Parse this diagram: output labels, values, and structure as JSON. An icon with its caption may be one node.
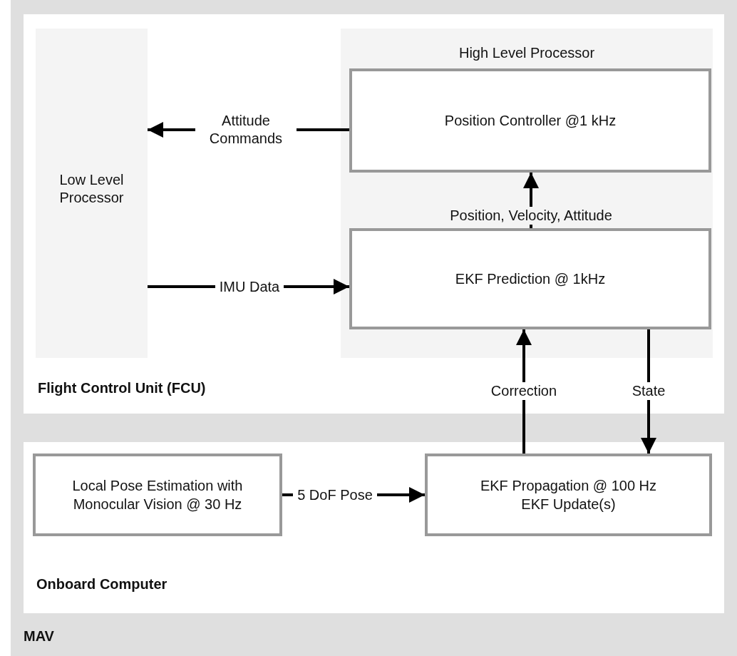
{
  "diagram": {
    "nodes": [
      {
        "text": [
          "MAV"
        ]
      },
      {
        "text": [
          "Flight Control Unit (FCU)"
        ],
        "in": 0
      },
      {
        "text": [
          "Low Level Processor"
        ],
        "in": 1
      },
      {
        "text": [
          "High Level Processor"
        ],
        "in": 1
      },
      {
        "text": [
          "Position Controller @1 kHz"
        ],
        "in": 3
      },
      {
        "text": [
          "EKF Prediction @ 1kHz"
        ],
        "in": 3
      },
      {
        "text": [
          "Onboard Computer"
        ],
        "in": 0
      },
      {
        "text": [
          "Local Pose Estimation with Monocular Vision @ 30 Hz"
        ],
        "in": 6
      },
      {
        "text": [
          "EKF Propagation @ 100 Hz",
          "EKF Update(s)"
        ],
        "in": 6
      }
    ],
    "edges": [
      {
        "from": 4,
        "to": 2,
        "arrow": "to",
        "label": "Attitude Commands"
      },
      {
        "from": 2,
        "to": 5,
        "arrow": "to",
        "label": "IMU Data"
      },
      {
        "from": 5,
        "to": 4,
        "arrow": "to",
        "label": "Position, Velocity, Attitude"
      },
      {
        "from": 8,
        "to": 5,
        "arrow": "to",
        "label": "Correction"
      },
      {
        "from": 5,
        "to": 8,
        "arrow": "to",
        "label": "State"
      },
      {
        "from": 7,
        "to": 8,
        "arrow": "to",
        "label": "5 DoF Pose"
      }
    ]
  }
}
